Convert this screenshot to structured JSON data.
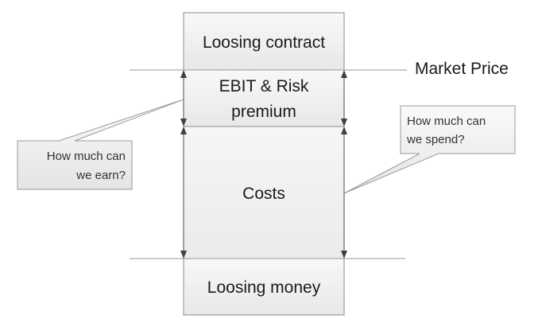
{
  "diagram": {
    "loosing_contract": "Loosing contract",
    "market_price": "Market Price",
    "ebit_line1": "EBIT & Risk",
    "ebit_line2": "premium",
    "costs": "Costs",
    "loosing_money": "Loosing money",
    "callout_earn_line1": "How much can",
    "callout_earn_line2": "we earn?",
    "callout_spend_line1": "How much can",
    "callout_spend_line2": "we spend?"
  },
  "colors": {
    "box_fill_top": "#f7f7f7",
    "box_fill_bottom": "#e6e6e6",
    "border": "#8c8c8c",
    "line": "#9a9a9a",
    "arrow": "#404040",
    "text": "#1a1a1a"
  }
}
